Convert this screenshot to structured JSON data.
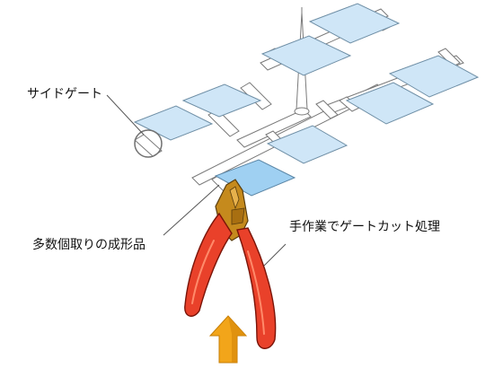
{
  "labels": {
    "side_gate": "サイドゲート",
    "molded_parts": "多数個取りの成形品",
    "manual_gate_cut": "手作業でゲートカット処理"
  },
  "colors": {
    "part_fill": "#cfe6f7",
    "part_selected_fill": "#9fd0f2",
    "plier_handle": "#e9412a",
    "plier_metal": "#c58a1d",
    "arrow": "#f2a51a"
  },
  "icons": {
    "arrow": "arrow-up-icon",
    "tool": "nipper-pliers-icon"
  }
}
